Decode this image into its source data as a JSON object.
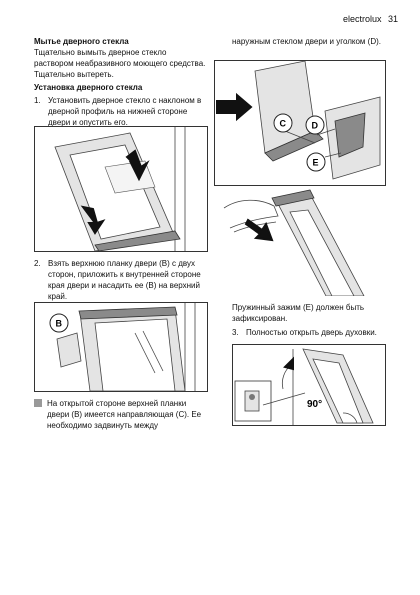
{
  "header": {
    "brand": "electrolux",
    "page_number": "31"
  },
  "left": {
    "washing_title": "Мытье дверного стекла",
    "washing_text": "Тщательно вымыть дверное стекло раствором неабразивного моющего средства. Тщательно вытереть.",
    "install_title": "Установка дверного стекла",
    "steps": [
      {
        "num": "1.",
        "text": "Установить дверное стекло с наклоном в дверной профиль на нижней стороне двери и опустить его."
      },
      {
        "num": "2.",
        "text": "Взять верхнюю планку двери (B) с двух сторон, приложить к внутренней стороне края двери и насадить ее (B) на верхний край."
      }
    ],
    "note_text": "На открытой стороне верхней планки двери (B) имеется направляющая (C). Ее необходимо задвинуть между"
  },
  "right": {
    "continuation": "наружным стеклом двери и уголком (D).",
    "clamp_text": "Пружинный зажим (E) должен быть зафиксирован.",
    "step3": {
      "num": "3.",
      "text": "Полностью открыть дверь духовки."
    }
  },
  "figures": {
    "label_b": "B",
    "label_c": "C",
    "label_d": "D",
    "label_e": "E",
    "angle": "90°"
  }
}
